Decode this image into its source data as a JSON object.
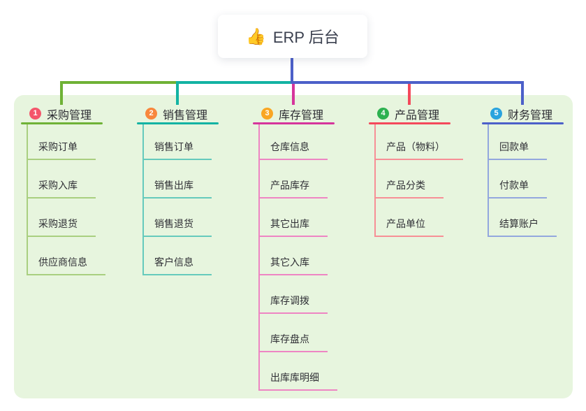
{
  "root": {
    "icon": "👍",
    "label": "ERP 后台"
  },
  "branches": [
    {
      "num": "1",
      "title": "采购管理",
      "badge_color": "#f4566b",
      "main_color": "#6fb236",
      "light_color": "#a9cf80",
      "children": [
        "采购订单",
        "采购入库",
        "采购退货",
        "供应商信息"
      ]
    },
    {
      "num": "2",
      "title": "销售管理",
      "badge_color": "#f8873c",
      "main_color": "#13b3a3",
      "light_color": "#65cabc",
      "children": [
        "销售订单",
        "销售出库",
        "销售退货",
        "客户信息"
      ]
    },
    {
      "num": "3",
      "title": "库存管理",
      "badge_color": "#f9a623",
      "main_color": "#d6359c",
      "light_color": "#ee85c3",
      "children": [
        "仓库信息",
        "产品库存",
        "其它出库",
        "其它入库",
        "库存调拨",
        "库存盘点",
        "出库库明细"
      ]
    },
    {
      "num": "4",
      "title": "产品管理",
      "badge_color": "#2db150",
      "main_color": "#f4495b",
      "light_color": "#f78f96",
      "children": [
        "产品（物料）",
        "产品分类",
        "产品单位"
      ]
    },
    {
      "num": "5",
      "title": "财务管理",
      "badge_color": "#29a3de",
      "main_color": "#4c60c9",
      "light_color": "#93a7de",
      "children": [
        "回款单",
        "付款单",
        "结算账户"
      ]
    }
  ],
  "connector_colors": {
    "root_line": "#4c60c9"
  },
  "panel_background": "#e7f5de"
}
